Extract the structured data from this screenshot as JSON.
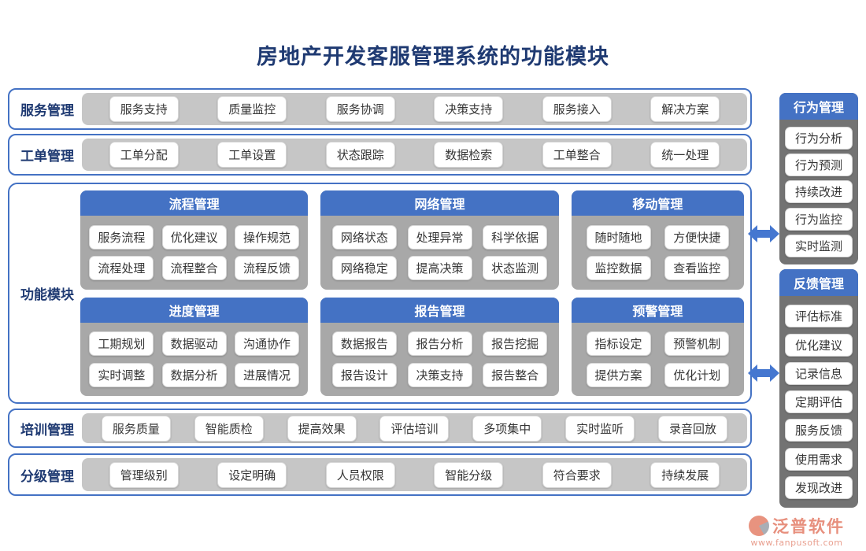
{
  "title": "房地产开发客服管理系统的功能模块",
  "bands": {
    "service": {
      "label": "服务管理",
      "items": [
        "服务支持",
        "质量监控",
        "服务协调",
        "决策支持",
        "服务接入",
        "解决方案"
      ]
    },
    "workorder": {
      "label": "工单管理",
      "items": [
        "工单分配",
        "工单设置",
        "状态跟踪",
        "数据检索",
        "工单整合",
        "统一处理"
      ]
    },
    "training": {
      "label": "培训管理",
      "items": [
        "服务质量",
        "智能质检",
        "提高效果",
        "评估培训",
        "多项集中",
        "实时监听",
        "录音回放"
      ]
    },
    "grading": {
      "label": "分级管理",
      "items": [
        "管理级别",
        "设定明确",
        "人员权限",
        "智能分级",
        "符合要求",
        "持续发展"
      ]
    }
  },
  "modules": {
    "label": "功能模块",
    "panels": {
      "flow": {
        "title": "流程管理",
        "items": [
          "服务流程",
          "优化建议",
          "操作规范",
          "流程处理",
          "流程整合",
          "流程反馈"
        ]
      },
      "network": {
        "title": "网络管理",
        "items": [
          "网络状态",
          "处理异常",
          "科学依据",
          "网络稳定",
          "提高决策",
          "状态监测"
        ]
      },
      "mobile": {
        "title": "移动管理",
        "items": [
          "随时随地",
          "方便快捷",
          "监控数据",
          "查看监控"
        ]
      },
      "progress": {
        "title": "进度管理",
        "items": [
          "工期规划",
          "数据驱动",
          "沟通协作",
          "实时调整",
          "数据分析",
          "进展情况"
        ]
      },
      "report": {
        "title": "报告管理",
        "items": [
          "数据报告",
          "报告分析",
          "报告挖掘",
          "报告设计",
          "决策支持",
          "报告整合"
        ]
      },
      "warning": {
        "title": "预警管理",
        "items": [
          "指标设定",
          "预警机制",
          "提供方案",
          "优化计划"
        ]
      }
    }
  },
  "side_panels": {
    "behavior": {
      "title": "行为管理",
      "items": [
        "行为分析",
        "行为预测",
        "持续改进",
        "行为监控",
        "实时监测"
      ]
    },
    "feedback": {
      "title": "反馈管理",
      "items": [
        "评估标准",
        "优化建议",
        "记录信息",
        "定期评估",
        "服务反馈",
        "使用需求",
        "发现改进"
      ]
    }
  },
  "logo": {
    "name": "泛普软件",
    "url": "www.fanpusoft.com"
  },
  "colors": {
    "accent": "#4472c4",
    "title_text": "#1f3a72",
    "band_tray": "#c6c6c6",
    "panel_gray": "#a8a8a8",
    "side_gray": "#737373",
    "logo": "#e78f7d"
  }
}
